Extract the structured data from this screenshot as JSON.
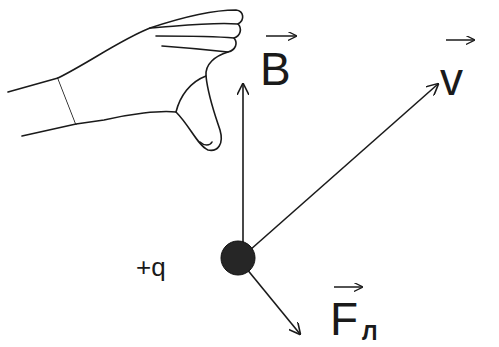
{
  "diagram": {
    "labels": [
      "+q",
      "B",
      "v",
      "F",
      "Л"
    ]
  }
}
